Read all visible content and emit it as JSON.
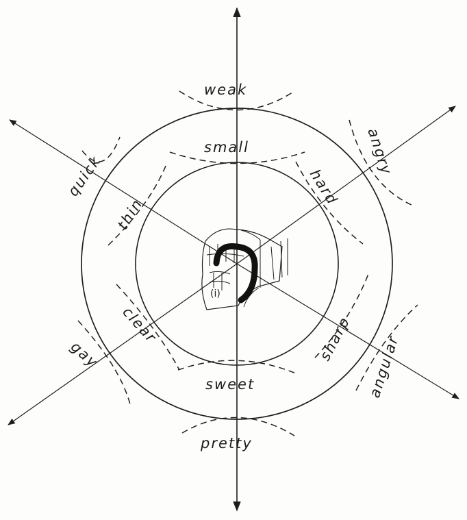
{
  "diagram": {
    "center_sound": "(i)",
    "inner_ring": [
      "small",
      "hard",
      "sharp",
      "sweet",
      "clear",
      "thin"
    ],
    "outer_ring": [
      "weak",
      "angry",
      "angular",
      "pretty",
      "gay",
      "quick"
    ]
  }
}
